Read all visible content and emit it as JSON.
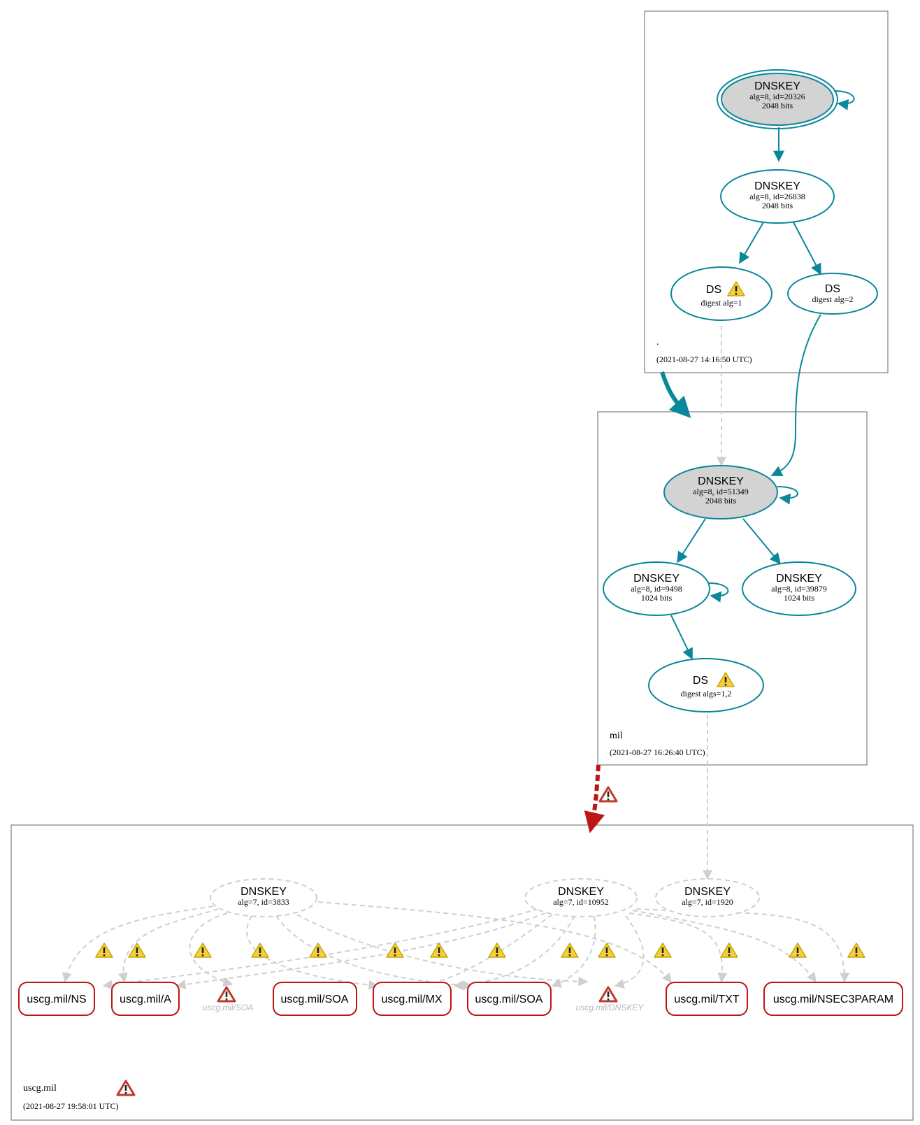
{
  "colors": {
    "secure": "#0a879a",
    "insecure_dashed": "#cfcfcf",
    "bogus": "#be1515",
    "trust_anchor_fill": "#d3d3d3",
    "warning_fill": "#f4d03f",
    "error_fill": "#d9534f"
  },
  "icons": {
    "warning": "warning-icon",
    "error": "error-icon"
  },
  "zones": {
    "root": {
      "name": ".",
      "timestamp": "(2021-08-27 14:16:50 UTC)"
    },
    "mil": {
      "name": "mil",
      "timestamp": "(2021-08-27 16:26:40 UTC)"
    },
    "uscg": {
      "name": "uscg.mil",
      "timestamp": "(2021-08-27 19:58:01 UTC)"
    }
  },
  "nodes": {
    "root_ksk": {
      "title": "DNSKEY",
      "line1": "alg=8, id=20326",
      "line2": "2048 bits"
    },
    "root_zsk": {
      "title": "DNSKEY",
      "line1": "alg=8, id=26838",
      "line2": "2048 bits"
    },
    "root_ds1": {
      "title": "DS",
      "line1": "digest alg=1"
    },
    "root_ds2": {
      "title": "DS",
      "line1": "digest alg=2"
    },
    "mil_ksk": {
      "title": "DNSKEY",
      "line1": "alg=8, id=51349",
      "line2": "2048 bits"
    },
    "mil_zsk1": {
      "title": "DNSKEY",
      "line1": "alg=8, id=9498",
      "line2": "1024 bits"
    },
    "mil_zsk2": {
      "title": "DNSKEY",
      "line1": "alg=8, id=39879",
      "line2": "1024 bits"
    },
    "mil_ds": {
      "title": "DS",
      "line1": "digest algs=1,2"
    },
    "uscg_k1": {
      "title": "DNSKEY",
      "line1": "alg=7, id=3833"
    },
    "uscg_k2": {
      "title": "DNSKEY",
      "line1": "alg=7, id=10952"
    },
    "uscg_k3": {
      "title": "DNSKEY",
      "line1": "alg=7, id=1920"
    }
  },
  "rrsets": [
    "uscg.mil/NS",
    "uscg.mil/A",
    "uscg.mil/SOA",
    "uscg.mil/MX",
    "uscg.mil/SOA",
    "uscg.mil/TXT",
    "uscg.mil/NSEC3PARAM"
  ],
  "ghost_rrsets": [
    "uscg.mil/SOA",
    "uscg.mil/DNSKEY"
  ]
}
